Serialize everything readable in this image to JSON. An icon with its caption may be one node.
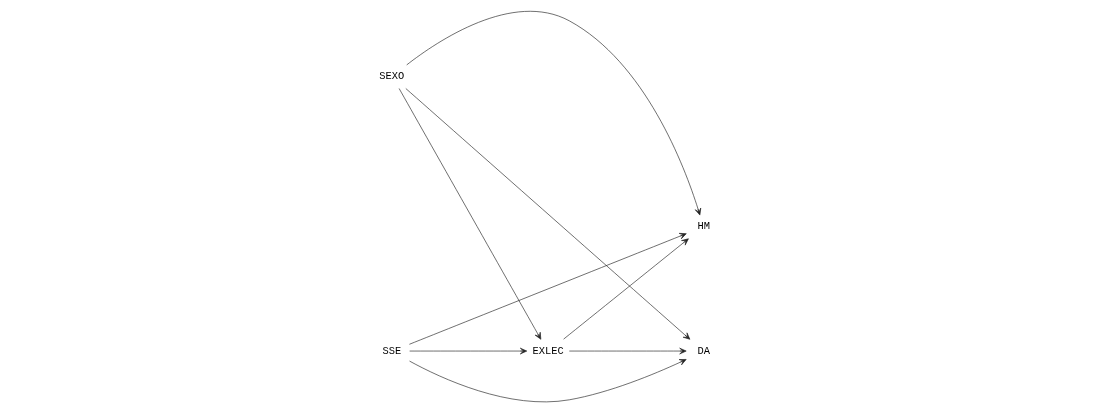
{
  "diagram": {
    "nodes": [
      {
        "text": [
          "SSE"
        ]
      },
      {
        "text": [
          "EXLEC"
        ]
      },
      {
        "text": [
          "SEXO"
        ]
      },
      {
        "text": [
          "HM"
        ]
      },
      {
        "text": [
          "DA"
        ]
      }
    ],
    "edges": [
      {
        "from": 0,
        "to": 3,
        "arrow": "to"
      },
      {
        "from": 0,
        "to": 1,
        "arrow": "to"
      },
      {
        "from": 0,
        "to": 4,
        "arrow": "to"
      },
      {
        "from": 2,
        "to": 1,
        "arrow": "to"
      },
      {
        "from": 2,
        "to": 3,
        "arrow": "to"
      },
      {
        "from": 1,
        "to": 3,
        "arrow": "to"
      },
      {
        "from": 1,
        "to": 4,
        "arrow": "to"
      },
      {
        "from": 2,
        "to": 4,
        "arrow": "to"
      }
    ]
  }
}
